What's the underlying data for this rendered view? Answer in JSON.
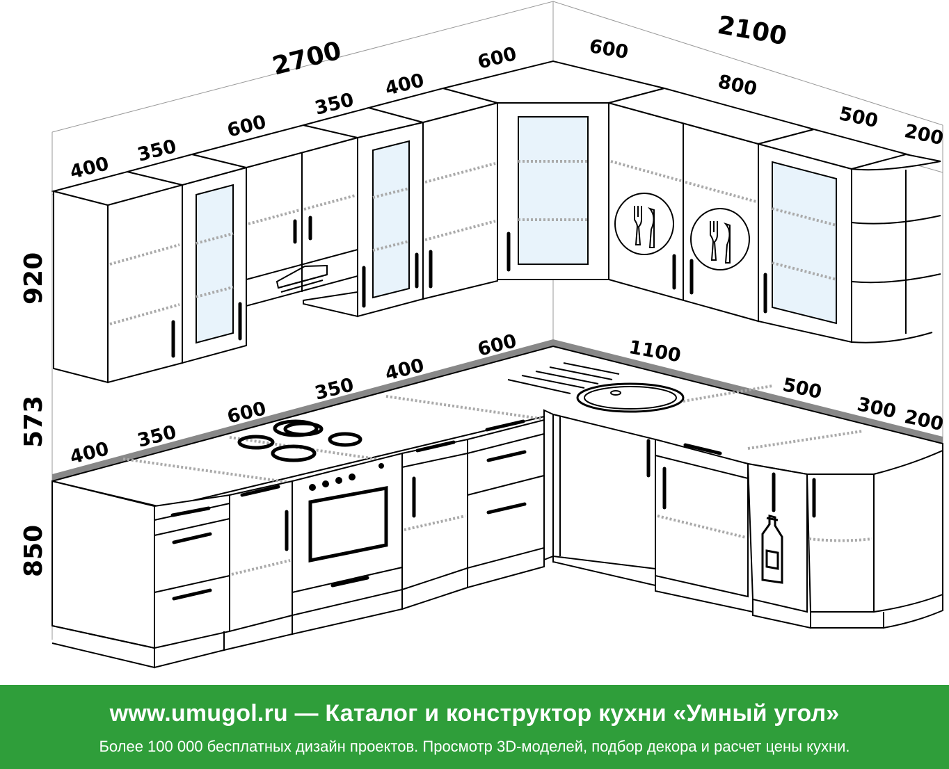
{
  "dimensions": {
    "left_wall_total": "2700",
    "right_wall_total": "2100",
    "upper_height": "920",
    "backsplash_height": "573",
    "base_height": "850",
    "upper_left": [
      "400",
      "350",
      "600",
      "350",
      "400",
      "600"
    ],
    "upper_right": [
      "600",
      "800",
      "500",
      "200"
    ],
    "base_left": [
      "400",
      "350",
      "600",
      "350",
      "400",
      "600"
    ],
    "base_right": [
      "1100",
      "500",
      "300",
      "200"
    ]
  },
  "banner": {
    "title": "www.umugol.ru — Каталог и конструктор кухни «Умный угол»",
    "subtitle": "Более 100 000 бесплатных дизайн проектов. Просмотр 3D-моделей, подбор декора и расчет цены кухни."
  },
  "colors": {
    "banner_bg": "#2f9e3a",
    "glass": "#e8f3fb",
    "countertop_edge": "#888888"
  }
}
